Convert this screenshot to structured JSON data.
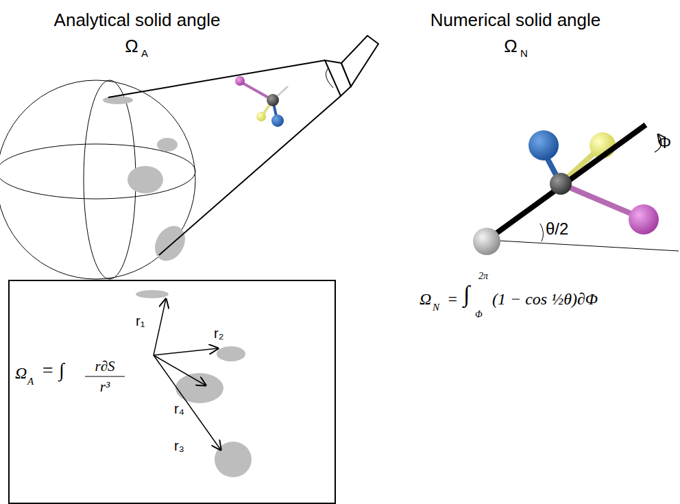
{
  "diagram": {
    "nodes": [
      {
        "text": [
          "Ω",
          "A",
          "= ∫",
          "r∂S",
          "r³",
          "r₁",
          "r₂",
          "r₃",
          "r₄"
        ]
      }
    ],
    "labels": [
      "Analytical solid angle",
      "Ω",
      "A",
      "Numerical solid angle",
      "Ω",
      "N",
      "Φ",
      "θ/2",
      "Ω",
      "N",
      "=",
      "∫",
      "2π",
      "Φ",
      "(1 − cos ½θ)∂Φ"
    ]
  }
}
